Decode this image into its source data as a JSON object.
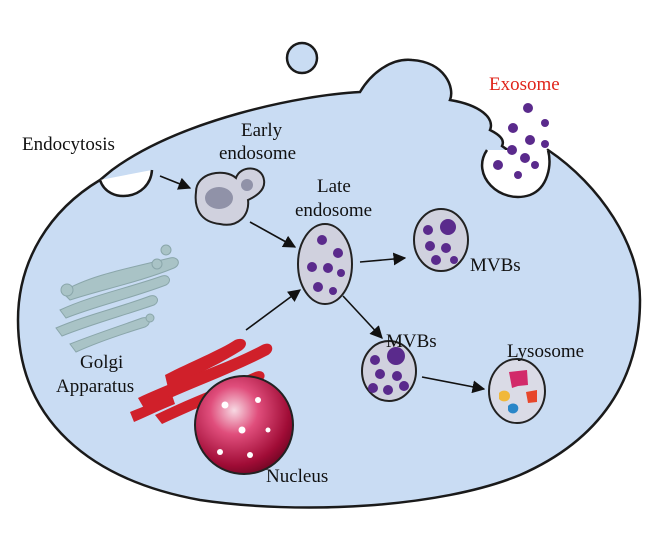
{
  "labels": {
    "endocytosis": "Endocytosis",
    "early_endosome_line1": "Early",
    "early_endosome_line2": "endosome",
    "late_endosome_line1": "Late",
    "late_endosome_line2": "endosome",
    "exosome": "Exosome",
    "mvbs_upper": "MVBs",
    "mvbs_lower": "MVBs",
    "lysosome": "Lysosome",
    "golgi_line1": "Golgi",
    "golgi_line2": "Apparatus",
    "nucleus": "Nucleus"
  },
  "icons": {
    "cell": "cell-membrane-icon",
    "golgi": "golgi-apparatus-icon",
    "er": "endoplasmic-reticulum-icon",
    "nucleus": "nucleus-icon"
  },
  "colors": {
    "cytoplasm": "#c9dcf3",
    "membrane": "#1a1a1a",
    "vesicle_fill": "#cfd0dd",
    "cargo": "#5a2a8c",
    "golgi": "#a9c3c6",
    "er": "#d0202a",
    "nucleus": "#b0143c",
    "exosome_label": "#e0251b"
  }
}
